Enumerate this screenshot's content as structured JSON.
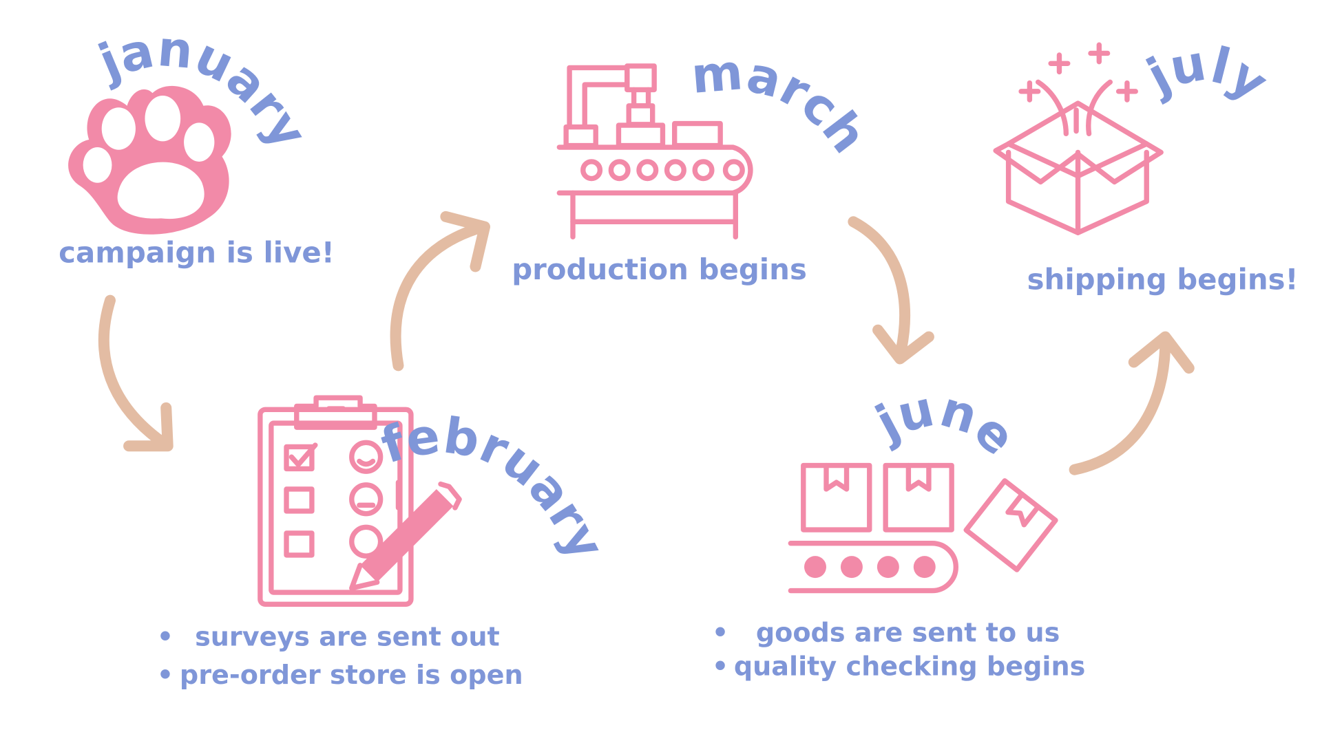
{
  "title": "Campaign timeline",
  "colors": {
    "text": "#7f96d8",
    "icons": "#f28aa8",
    "arrows": "#e3bca3"
  },
  "steps": [
    {
      "month": "january",
      "icon": "paw-icon",
      "caption": "campaign is live!"
    },
    {
      "month": "february",
      "icon": "clipboard-survey-icon",
      "bullets": [
        "surveys are sent out",
        "pre-order store is open"
      ]
    },
    {
      "month": "march",
      "icon": "factory-conveyor-icon",
      "caption": "production begins"
    },
    {
      "month": "june",
      "icon": "conveyor-boxes-icon",
      "bullets": [
        "goods are sent to us",
        "quality checking begins"
      ]
    },
    {
      "month": "july",
      "icon": "open-box-icon",
      "caption": "shipping begins!"
    }
  ],
  "bullet_char": "•"
}
